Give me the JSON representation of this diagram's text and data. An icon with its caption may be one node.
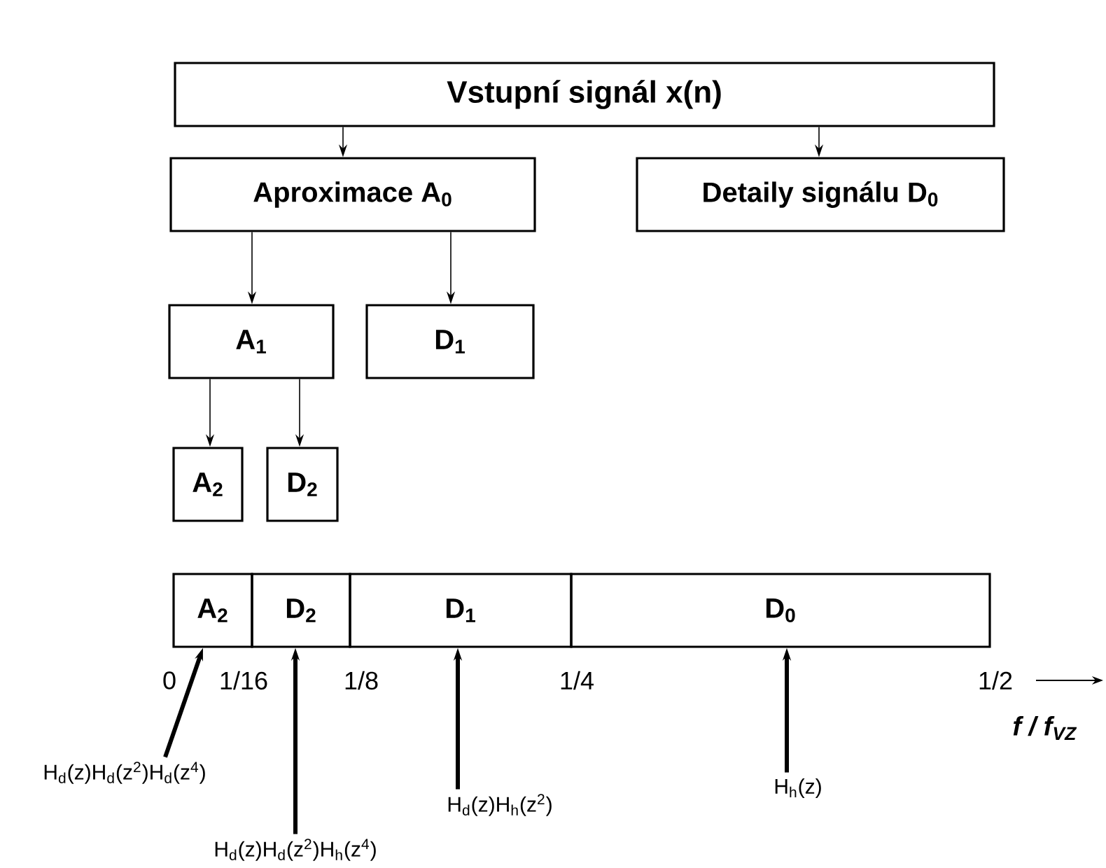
{
  "diagram": {
    "nodes": [
      {
        "text": [
          "Vstupní signál x(n)"
        ]
      },
      {
        "text": [
          "Aproximace A$_{0}$"
        ]
      },
      {
        "text": [
          "Detaily signálu D$_{0}$"
        ]
      },
      {
        "text": [
          "A$_{1}$"
        ]
      },
      {
        "text": [
          "D$_{1}$"
        ]
      },
      {
        "text": [
          "A$_{2}$"
        ]
      },
      {
        "text": [
          "D$_{2}$"
        ]
      },
      {
        "text": [
          "A$_{2}$"
        ]
      },
      {
        "text": [
          "D$_{2}$"
        ]
      },
      {
        "text": [
          "D$_{1}$"
        ]
      },
      {
        "text": [
          "D$_{0}$"
        ]
      },
      {
        "text": [
          "H$_{d}$(z)H$_{d}$(z$^{2}$)H$_{d}$(z$^{4}$)"
        ]
      },
      {
        "text": [
          "H$_{d}$(z)H$_{d}$(z$^{2}$)H$_{h}$(z$^{4}$)"
        ]
      },
      {
        "text": [
          "H$_{d}$(z)H$_{h}$(z$^{2}$)"
        ]
      },
      {
        "text": [
          "H$_{h}$(z)"
        ]
      }
    ],
    "edges": [
      {
        "from": 0,
        "to": 1,
        "arrow": "to"
      },
      {
        "from": 0,
        "to": 2,
        "arrow": "to"
      },
      {
        "from": 1,
        "to": 3,
        "arrow": "to"
      },
      {
        "from": 1,
        "to": 4,
        "arrow": "to"
      },
      {
        "from": 3,
        "to": 5,
        "arrow": "to"
      },
      {
        "from": 3,
        "to": 6,
        "arrow": "to"
      },
      {
        "from": 11,
        "to": 7,
        "arrow": "to",
        "style": "thick"
      },
      {
        "from": 12,
        "to": 8,
        "arrow": "to",
        "style": "thick"
      },
      {
        "from": 13,
        "to": 9,
        "arrow": "to",
        "style": "thick"
      },
      {
        "from": 14,
        "to": 10,
        "arrow": "to",
        "style": "thick"
      }
    ],
    "labels": [
      "0",
      "1/16",
      "1/8",
      "1/4",
      "1/2",
      "f / f$_{VZ}$"
    ]
  }
}
